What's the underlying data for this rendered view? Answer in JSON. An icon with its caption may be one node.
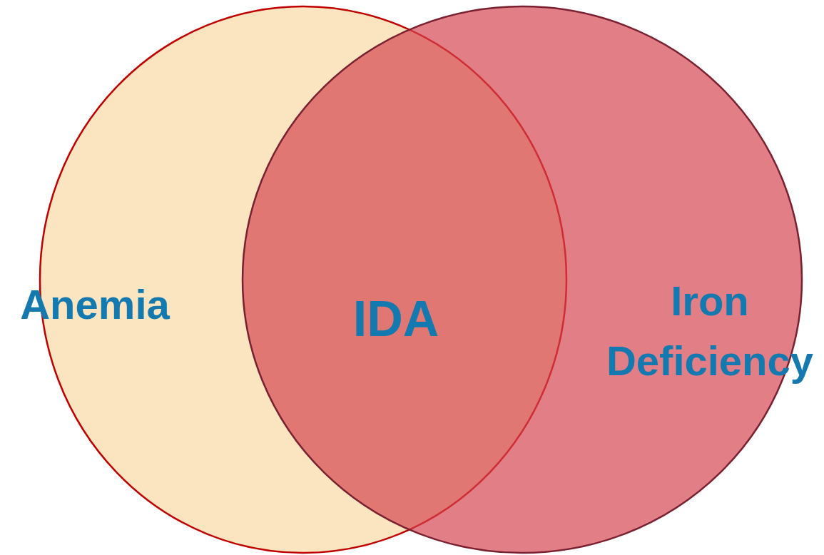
{
  "diagram": {
    "nodes": [
      {
        "text": [
          "Anemia"
        ]
      },
      {
        "text": [
          "Iron Deficiency"
        ]
      },
      {
        "text": [
          "IDA"
        ]
      }
    ]
  }
}
